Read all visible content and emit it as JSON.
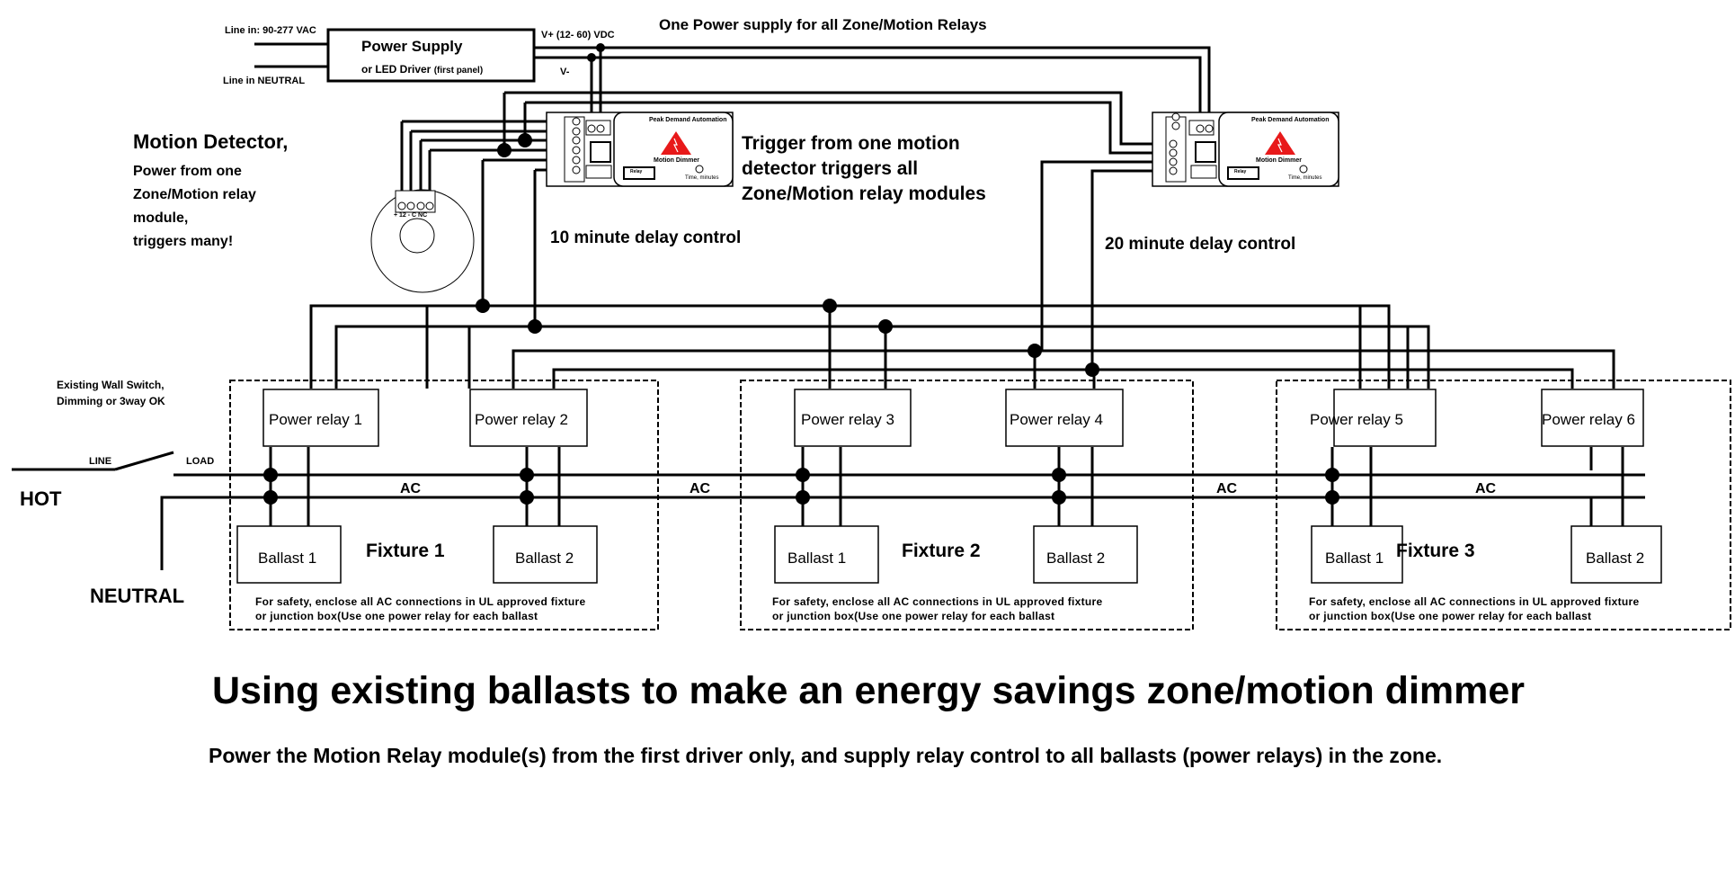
{
  "power_supply": {
    "title": "Power Supply",
    "subtitle": "or LED Driver",
    "subtitle_note": "(first panel)",
    "line_in": "Line in: 90-277 VAC",
    "line_neutral": "Line in NEUTRAL",
    "v_plus": "V+ (12- 60) VDC",
    "v_minus": "V-"
  },
  "header_note": "One Power supply for all Zone/Motion Relays",
  "motion_detector": {
    "heading": "Motion Detector,",
    "lines": [
      "Power from one",
      "Zone/Motion relay",
      "module,",
      "triggers many!"
    ],
    "terminal_labels": "+ 12  -  C NC"
  },
  "modules": [
    {
      "brand": "Peak Demand Automation",
      "name": "Motion Dimmer",
      "relay_label": "Relay",
      "knob_label": "Time, minutes",
      "delay_note": "10 minute delay control"
    },
    {
      "brand": "Peak Demand Automation",
      "name": "Motion Dimmer",
      "relay_label": "Relay",
      "knob_label": "Time, minutes",
      "delay_note": "20 minute delay control"
    }
  ],
  "trigger_note": [
    "Trigger from one motion",
    "detector triggers all",
    "Zone/Motion relay modules"
  ],
  "wall_switch": {
    "note": [
      "Existing Wall Switch,",
      "Dimming or 3way OK"
    ],
    "line": "LINE",
    "load": "LOAD",
    "hot": "HOT",
    "neutral": "NEUTRAL"
  },
  "ac_labels": [
    "AC",
    "AC",
    "AC",
    "AC"
  ],
  "fixtures": [
    {
      "name": "Fixture 1",
      "relays": [
        "Power relay 1",
        "Power relay 2"
      ],
      "ballasts": [
        "Ballast 1",
        "Ballast 2"
      ],
      "safety": [
        "For safety, enclose all AC connections in UL approved fixture",
        "or junction box(Use one power relay for each ballast"
      ]
    },
    {
      "name": "Fixture 2",
      "relays": [
        "Power relay 3",
        "Power relay 4"
      ],
      "ballasts": [
        "Ballast 1",
        "Ballast 2"
      ],
      "safety": [
        "For safety, enclose all AC connections in UL approved fixture",
        "or junction box(Use one power relay for each ballast"
      ]
    },
    {
      "name": "Fixture 3",
      "relays": [
        "Power relay 5",
        "Power relay 6"
      ],
      "ballasts": [
        "Ballast 1",
        "Ballast 2"
      ],
      "safety": [
        "For safety, enclose all AC connections in UL approved fixture",
        "or junction box(Use one power relay for each ballast"
      ]
    }
  ],
  "title": "Using existing ballasts to make an energy savings zone/motion dimmer",
  "description": "Power the Motion Relay module(s) from the first driver only, and supply relay control to all ballasts (power relays) in the zone.",
  "colors": {
    "line": "#000000",
    "warning": "#e8191a",
    "background": "#ffffff"
  }
}
